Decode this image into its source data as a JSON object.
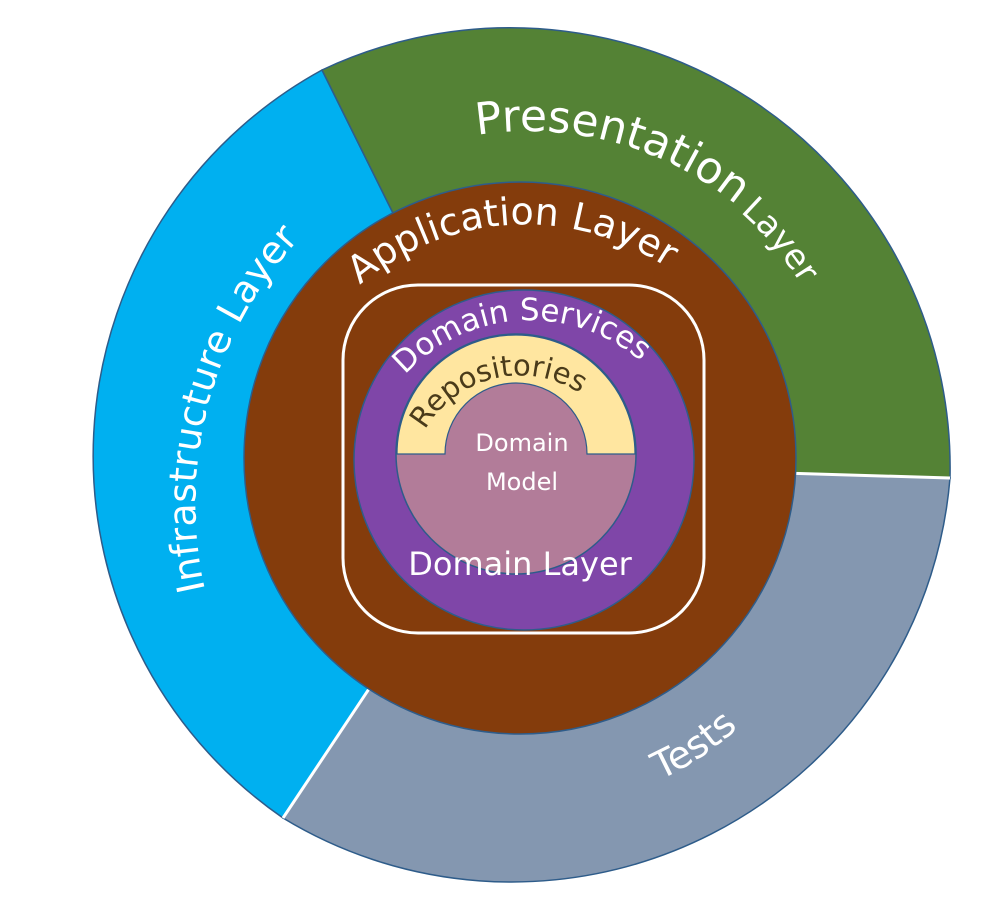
{
  "diagram": {
    "layers": {
      "presentation": {
        "line1": "Presentation",
        "line2": "Layer",
        "color": "#548235"
      },
      "infrastructure": {
        "label": "Infrastructure Layer",
        "color": "#00b0f0"
      },
      "tests": {
        "label": "Tests",
        "color": "#8497b0"
      },
      "application": {
        "label": "Application Layer",
        "color": "#843c0c"
      },
      "domain_services": {
        "label": "Domain Services",
        "color": "#7f46a8"
      },
      "repositories": {
        "label": "Repositories",
        "color": "#ffe6a0"
      },
      "domain_model": {
        "line1": "Domain",
        "line2": "Model",
        "color": "#b27c99"
      },
      "domain_layer": {
        "label": "Domain Layer"
      }
    }
  }
}
